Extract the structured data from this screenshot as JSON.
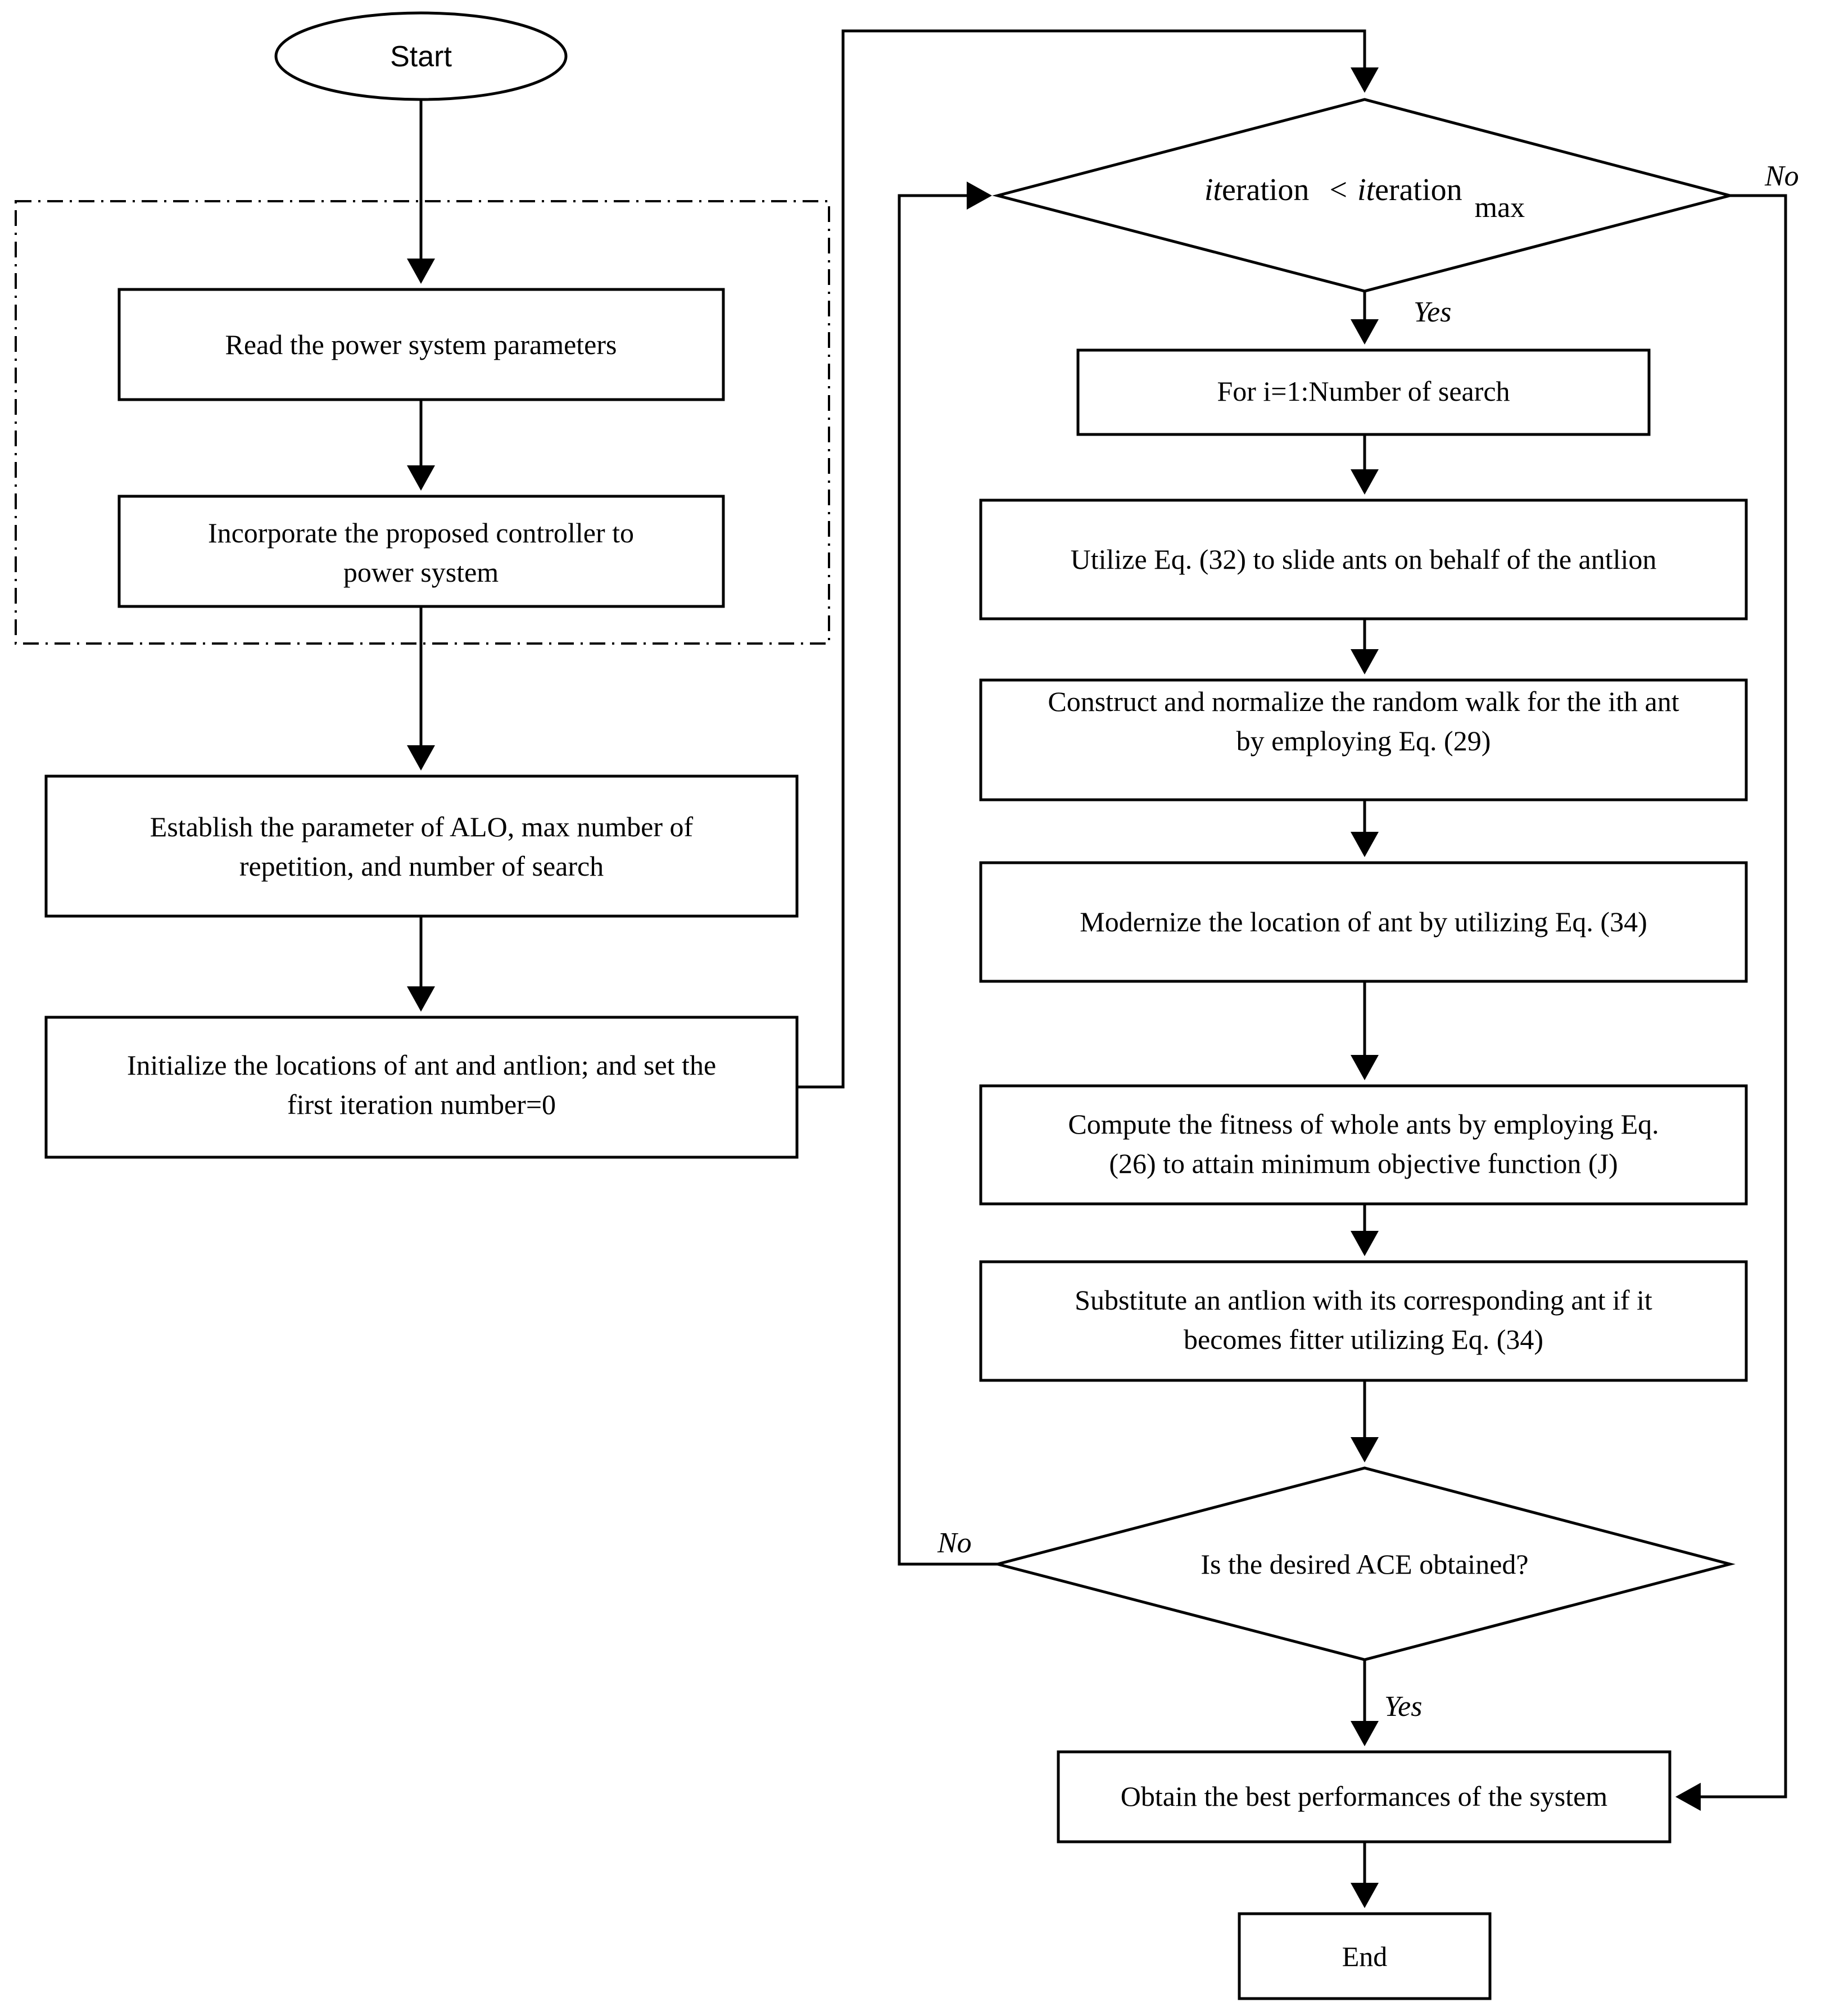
{
  "flowchart": {
    "start": "Start",
    "read_params": "Read the power system parameters",
    "incorporate": [
      "Incorporate the proposed controller to",
      "power system"
    ],
    "establish": [
      "Establish the parameter of ALO, max number of",
      "repetition, and number of search"
    ],
    "initialize": [
      "Initialize the locations of ant and antlion; and set the",
      "first iteration number=0"
    ],
    "condition": {
      "it1": "it",
      "eration1": "eration",
      "lt": "<",
      "it2": "it",
      "eration2": "eration",
      "sub": "max"
    },
    "cond_no": "No",
    "cond_yes": "Yes",
    "for_loop": "For i=1:Number of search",
    "utilize": "Utilize Eq. (32) to slide ants on behalf of the antlion",
    "construct": [
      "Construct and normalize the random walk for the ith ant",
      "by employing Eq. (29)"
    ],
    "modernize": "Modernize the location of ant by utilizing Eq. (34)",
    "compute": [
      "Compute the fitness of whole ants by employing Eq.",
      "(26) to attain minimum objective function (J)"
    ],
    "substitute": [
      "Substitute  an antlion with its corresponding ant if it",
      "becomes fitter utilizing Eq. (34)"
    ],
    "ace_question": "Is the desired ACE obtained?",
    "ace_no": "No",
    "ace_yes": "Yes",
    "obtain": "Obtain the best performances of the system",
    "end": "End"
  }
}
